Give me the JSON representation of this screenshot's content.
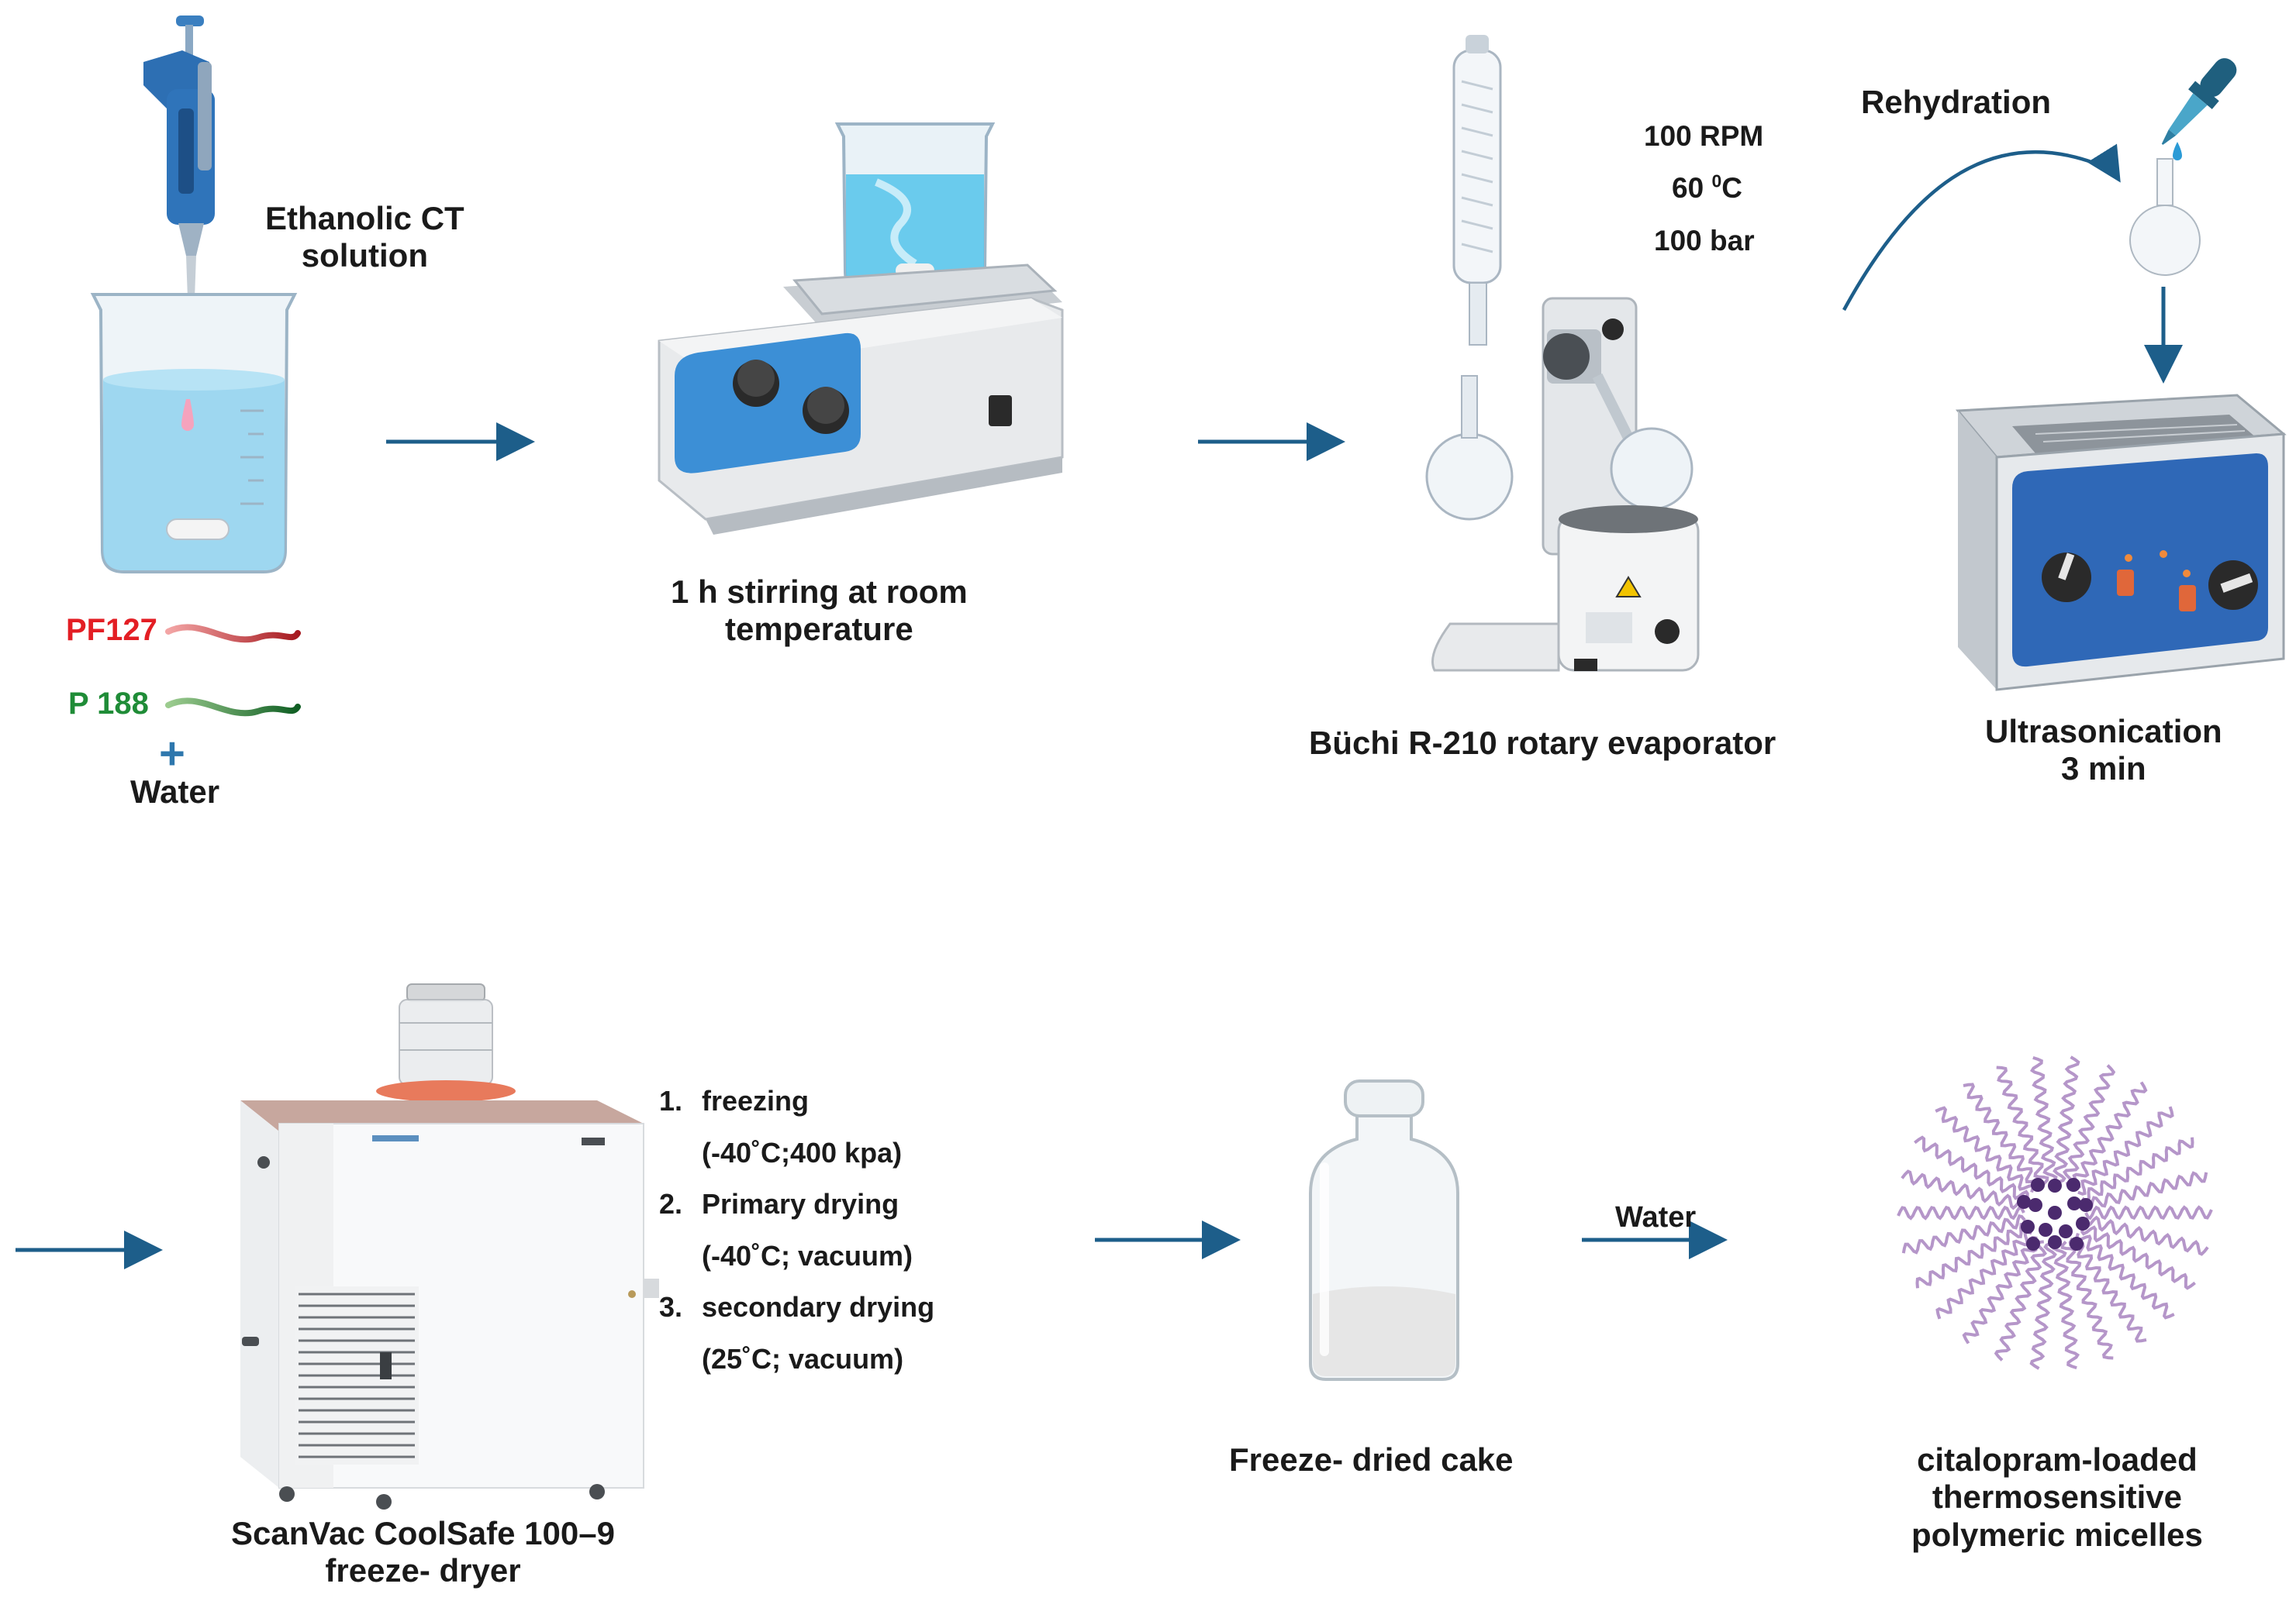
{
  "colors": {
    "arrow": "#1d5e8a",
    "pf127": "#e31e24",
    "p188": "#1f8c37",
    "plus": "#2e77ad",
    "micelle_chain": "#b596c9",
    "micelle_core": "#4b2a6e"
  },
  "labels": {
    "ethanolic_line1": "Ethanolic CT",
    "ethanolic_line2": "solution",
    "pf127": "PF127",
    "p188": "P 188",
    "plus": "+",
    "water_left": "Water",
    "stirring_line1": "1 h stirring at room",
    "stirring_line2": "temperature",
    "rpm": "100 RPM",
    "temp_value": "60 ",
    "temp_sup": "0",
    "temp_unit": "C",
    "pressure": "100 bar",
    "evaporator": "Büchi R-210 rotary evaporator",
    "rehydration": "Rehydration",
    "ultrasonication_line1": "Ultrasonication",
    "ultrasonication_line2": "3 min",
    "freeze_dryer_line1": "ScanVac CoolSafe 100–9",
    "freeze_dryer_line2": "freeze- dryer",
    "cake": "Freeze- dried cake",
    "water_arrow": "Water",
    "micelles_line1": "citalopram-loaded",
    "micelles_line2": "thermosensitive",
    "micelles_line3": "polymeric micelles"
  },
  "steps": [
    {
      "num": "1.",
      "title": "freezing",
      "detail": "(-40˚C;400 kpa)"
    },
    {
      "num": "2.",
      "title": "Primary drying",
      "detail": "(-40˚C; vacuum)"
    },
    {
      "num": "3.",
      "title": "secondary drying",
      "detail": "(25˚C; vacuum)"
    }
  ],
  "icons": [
    "pipette-icon",
    "beaker-icon",
    "stir-bar-icon",
    "hotplate-stirrer-icon",
    "rotary-evaporator-icon",
    "dropper-icon",
    "round-flask-icon",
    "ultrasonic-bath-icon",
    "freeze-dryer-icon",
    "vial-icon",
    "micelle-icon"
  ]
}
